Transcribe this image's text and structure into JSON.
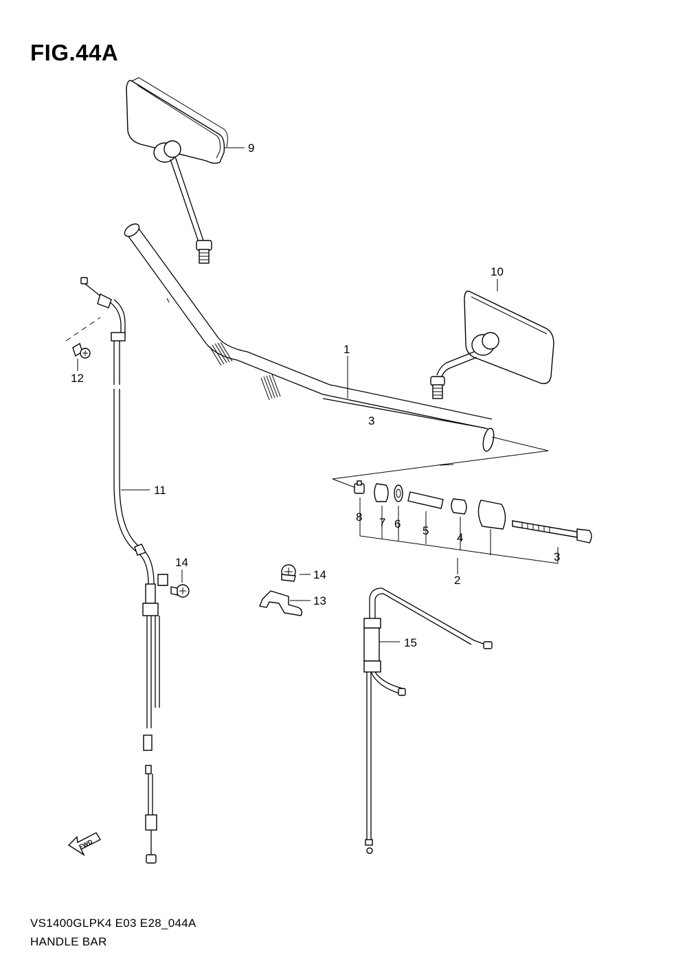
{
  "figure": {
    "title": "FIG.44A",
    "model_code": "VS1400GLPK4 E03 E28_044A",
    "name": "HANDLE BAR"
  },
  "callouts": {
    "c1": "1",
    "c2": "2",
    "c3": "3",
    "c4": "4",
    "c5": "5",
    "c6": "6",
    "c7": "7",
    "c8": "8",
    "c9": "9",
    "c10": "10",
    "c11": "11",
    "c12": "12",
    "c13": "13",
    "c14a": "14",
    "c14b": "14",
    "c15": "15"
  },
  "fwd_label": "FWD"
}
